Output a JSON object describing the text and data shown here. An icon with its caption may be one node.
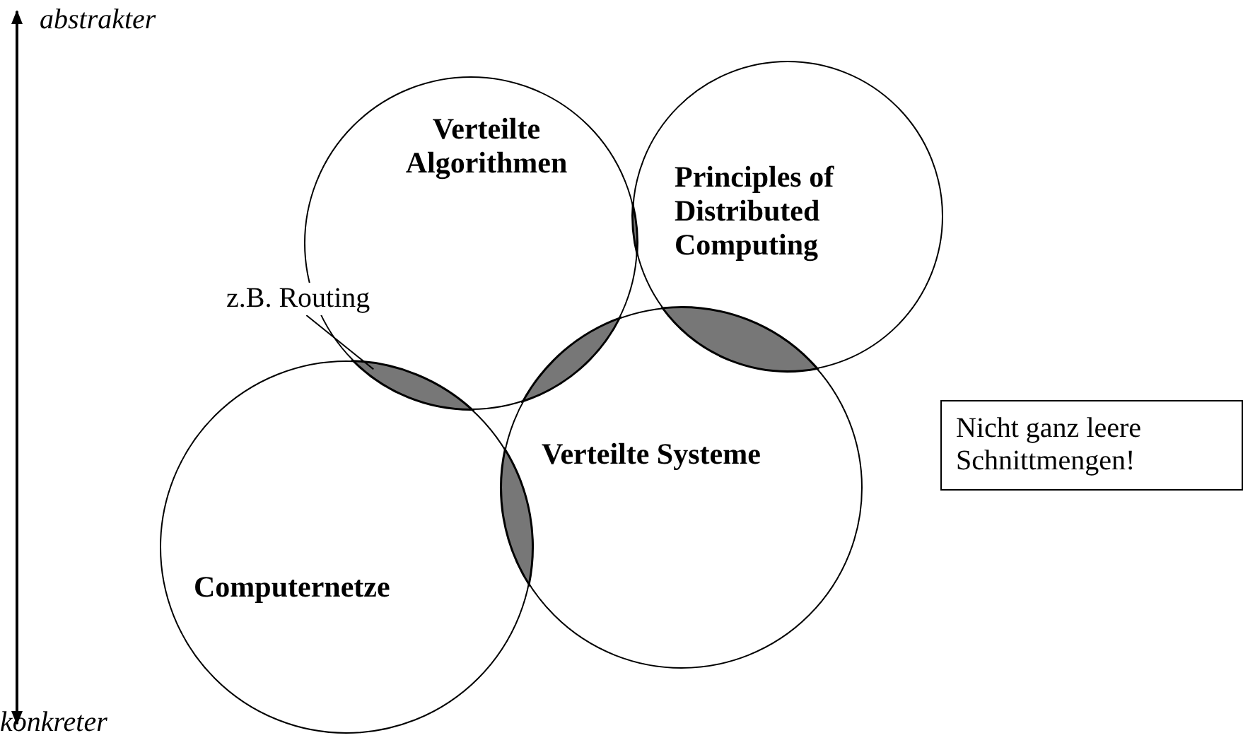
{
  "diagram": {
    "nodes": [
      {
        "text": [
          "Verteilte Algorithmen"
        ]
      },
      {
        "text": [
          "Principles of Distributed Computing"
        ]
      },
      {
        "text": [
          "Verteilte Systeme"
        ]
      },
      {
        "text": [
          "Computernetze"
        ]
      },
      {
        "text": [
          "z.B. Routing"
        ]
      },
      {
        "text": [
          "Nicht ganz leere Schnittmengen!"
        ]
      },
      {
        "text": [],
        "shape": "lens"
      },
      {
        "text": [],
        "shape": "lens"
      },
      {
        "text": [],
        "shape": "lens"
      },
      {
        "text": [],
        "shape": "lens"
      },
      {
        "text": [],
        "shape": "lens"
      }
    ],
    "edges": [
      {
        "from": 4,
        "to": 6,
        "arrow": "none"
      }
    ],
    "labels": [
      "abstrakter",
      "konkreter"
    ]
  }
}
